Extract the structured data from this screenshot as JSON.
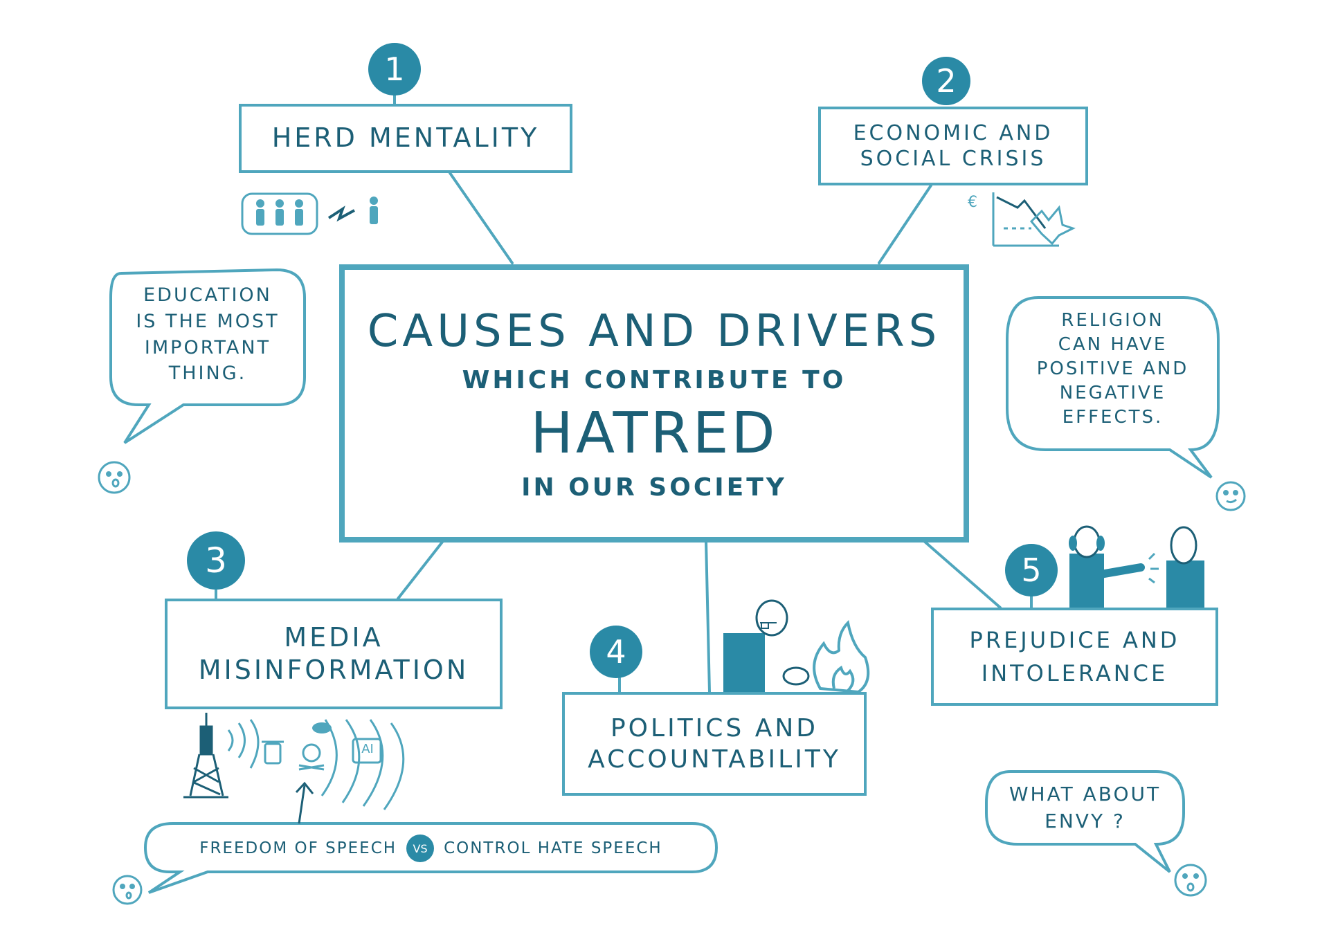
{
  "central": {
    "title": "CAUSES AND DRIVERS",
    "subtitle": "WHICH CONTRIBUTE TO",
    "main": "HATRED",
    "footer": "IN OUR SOCIETY"
  },
  "causes": [
    {
      "number": "1",
      "line1": "HERD MENTALITY",
      "line2": ""
    },
    {
      "number": "2",
      "line1": "ECONOMIC AND",
      "line2": "SOCIAL CRISIS"
    },
    {
      "number": "3",
      "line1": "MEDIA",
      "line2": "MISINFORMATION"
    },
    {
      "number": "4",
      "line1": "POLITICS AND",
      "line2": "ACCOUNTABILITY"
    },
    {
      "number": "5",
      "line1": "PREJUDICE AND",
      "line2": "INTOLERANCE"
    }
  ],
  "bubbles": {
    "education": [
      "EDUCATION",
      "IS THE MOST",
      "IMPORTANT",
      "THING."
    ],
    "religion": [
      "RELIGION",
      "CAN HAVE",
      "POSITIVE AND",
      "NEGATIVE",
      "EFFECTS."
    ],
    "envy": [
      "WHAT ABOUT",
      "ENVY ?"
    ],
    "speech_left": "FREEDOM OF SPEECH",
    "speech_vs": "VS",
    "speech_right": "CONTROL HATE SPEECH"
  },
  "icons": {
    "euro": "€",
    "ai": "AI"
  },
  "colors": {
    "line": "#4fa6bd",
    "text": "#1c5f76",
    "badge": "#2a8aa6"
  }
}
